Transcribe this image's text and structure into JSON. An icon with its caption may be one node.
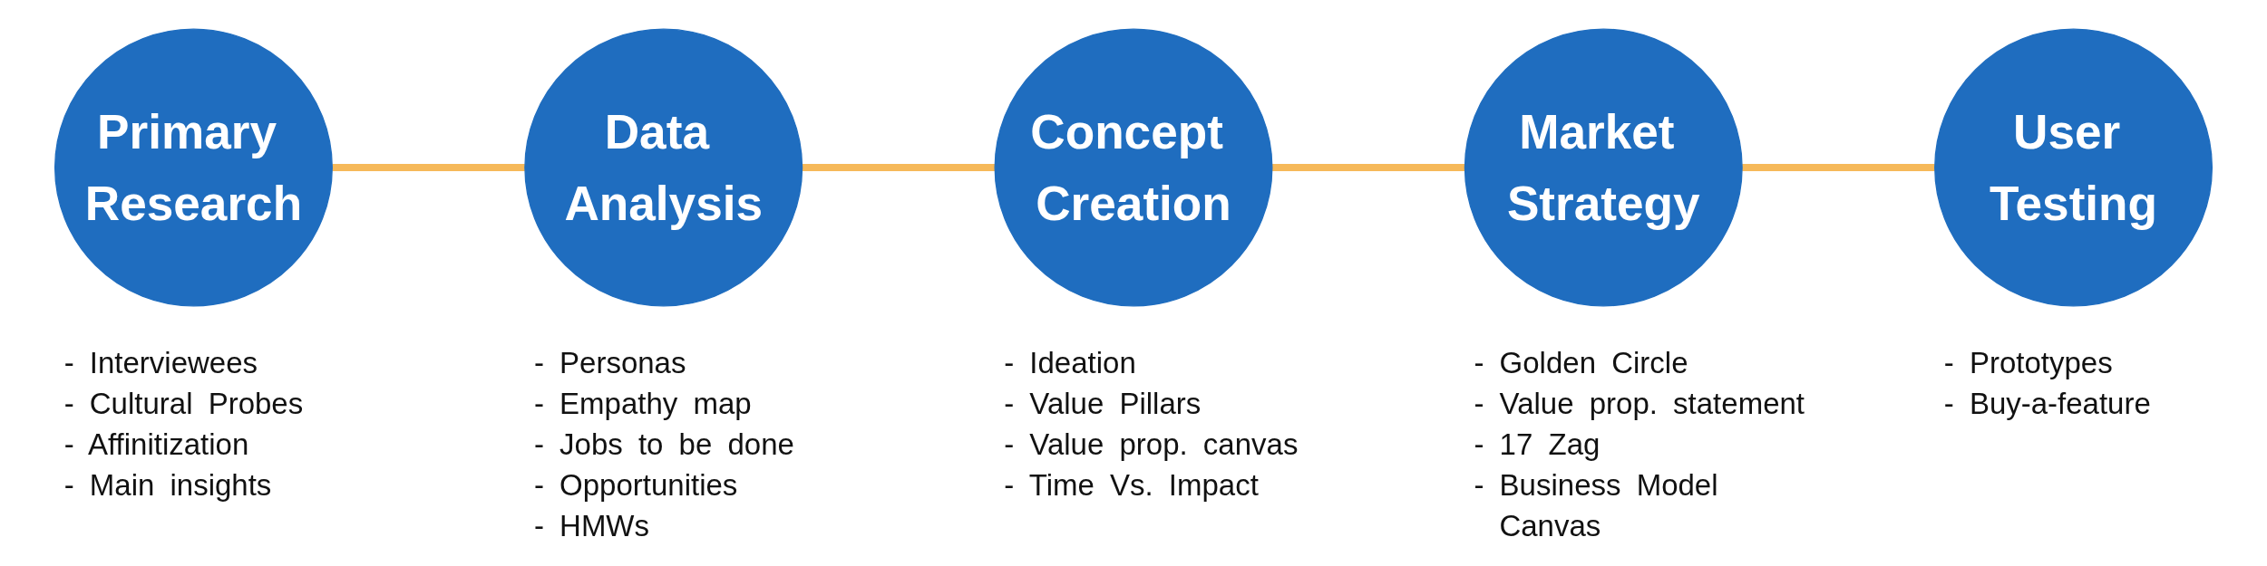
{
  "diagram": {
    "nodes": [
      {
        "text": [
          "Primary Research"
        ],
        "beside": [
          "- Interviewees",
          "- Cultural Probes",
          "- Affinitization",
          "- Main insights"
        ]
      },
      {
        "text": [
          "Data Analysis"
        ],
        "beside": [
          "- Personas",
          "- Empathy map",
          "- Jobs to be done",
          "- Opportunities",
          "- HMWs"
        ]
      },
      {
        "text": [
          "Concept Creation"
        ],
        "beside": [
          "- Ideation",
          "- Value Pillars",
          "- Value prop. canvas",
          "- Time Vs. Impact"
        ]
      },
      {
        "text": [
          "Market Strategy"
        ],
        "beside": [
          "- Golden Circle",
          "- Value prop. statement",
          "- 17 Zag",
          "- Business Model Canvas"
        ]
      },
      {
        "text": [
          "User Testing"
        ],
        "beside": [
          "- Prototypes",
          "- Buy-a-feature"
        ]
      }
    ],
    "edges": [
      {
        "from": 0,
        "to": 1,
        "arrow": "none"
      },
      {
        "from": 1,
        "to": 2,
        "arrow": "none"
      },
      {
        "from": 2,
        "to": 3,
        "arrow": "none"
      },
      {
        "from": 3,
        "to": 4,
        "arrow": "none"
      }
    ]
  }
}
